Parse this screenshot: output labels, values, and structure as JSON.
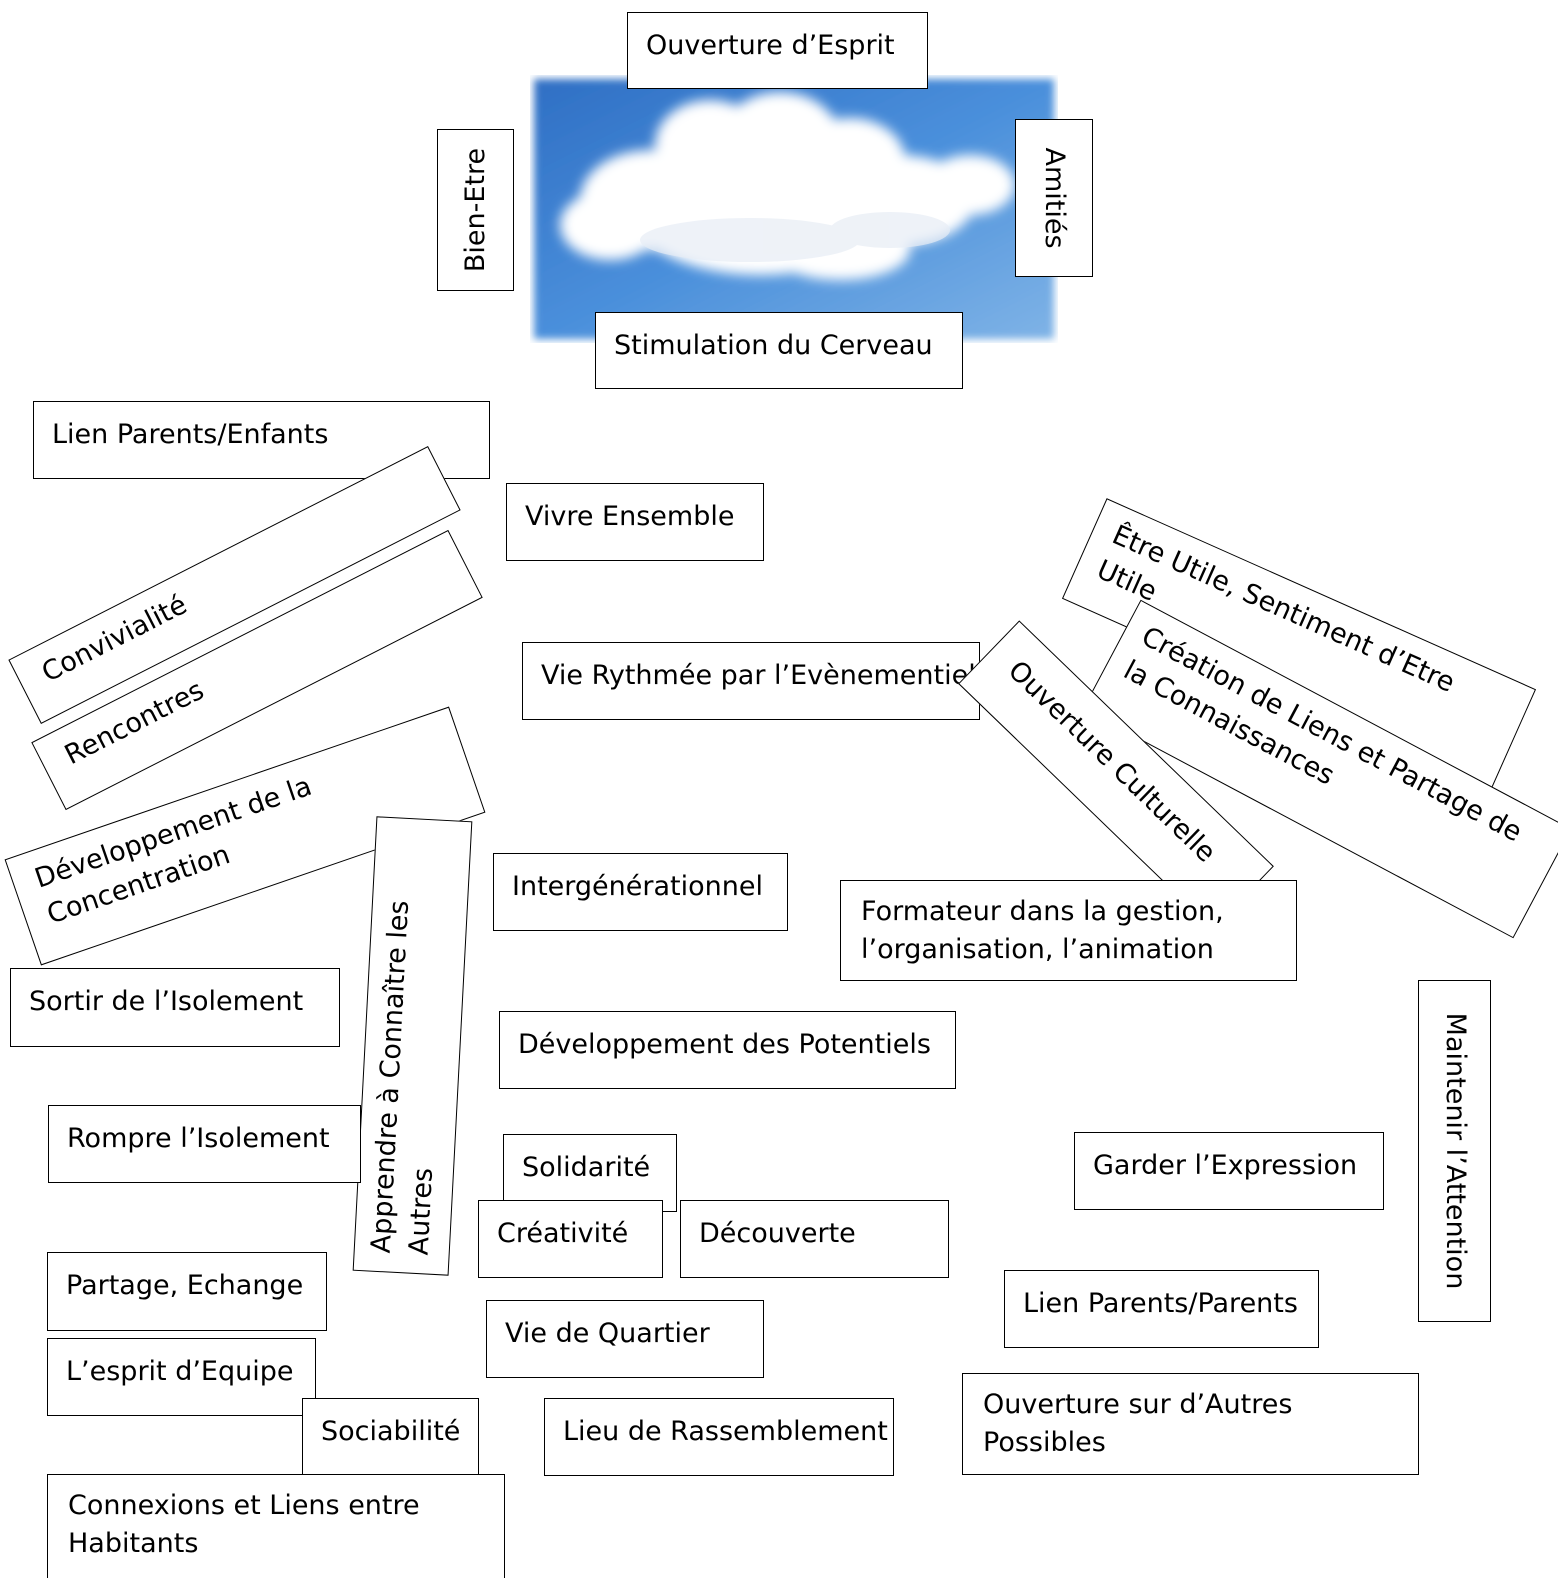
{
  "image": {
    "icon": "cloud-icon",
    "sky_color": "#3d86d6",
    "cloud_color": "#ffffff"
  },
  "labels": {
    "ouverture_esprit": "Ouverture d’Esprit",
    "bien_etre": "Bien-Etre",
    "amities": "Amitiés",
    "stimulation": "Stimulation du Cerveau",
    "lien_parents_enfants": "Lien Parents/Enfants",
    "vivre_ensemble": "Vivre Ensemble",
    "etre_utile": "Être Utile, Sentiment d’Etre Utile",
    "convivialite": "Convivialité",
    "rencontres": "Rencontres",
    "vie_rythmee": "Vie Rythmée par l’Evènementiel",
    "creation_liens": "Création de Liens et Partage de la Connaissances",
    "ouverture_culturelle": "Ouverture Culturelle",
    "developpement_concentration": "Développement de la Concentration",
    "apprendre": "Apprendre à Connaître les Autres",
    "intergenerationnel": "Intergénérationnel",
    "formateur": "Formateur dans la gestion, l’organisation, l’animation",
    "sortir_isolement": "Sortir de l’Isolement",
    "developpement_potentiels": "Développement des Potentiels",
    "maintenir_attention": "Maintenir l’Attention",
    "rompre_isolement": "Rompre l’Isolement",
    "solidarite": "Solidarité",
    "garder_expression": "Garder l’Expression",
    "creativite": "Créativité",
    "decouverte": "Découverte",
    "partage_echange": "Partage, Echange",
    "lien_parents_parents": "Lien Parents/Parents",
    "vie_quartier": "Vie de Quartier",
    "esprit_equipe": "L’esprit d’Equipe",
    "sociabilite": "Sociabilité",
    "lieu_rassemblement": "Lieu de Rassemblement",
    "ouverture_autres": "Ouverture sur d’Autres Possibles",
    "connexions": "Connexions et Liens entre Habitants"
  }
}
